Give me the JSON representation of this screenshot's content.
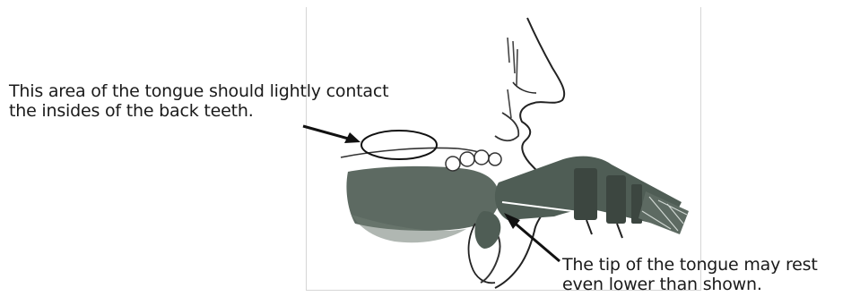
{
  "annotations": {
    "back_teeth": {
      "line1": "This area of the tongue should lightly contact",
      "line2": "the insides of the back teeth."
    },
    "tongue_tip": {
      "line1": "The tip of the tongue may rest",
      "line2": "even lower than shown."
    }
  },
  "colors": {
    "ink": "#1a1a1a",
    "shading": "#4f5d55",
    "frame": "#d6d6d6"
  }
}
